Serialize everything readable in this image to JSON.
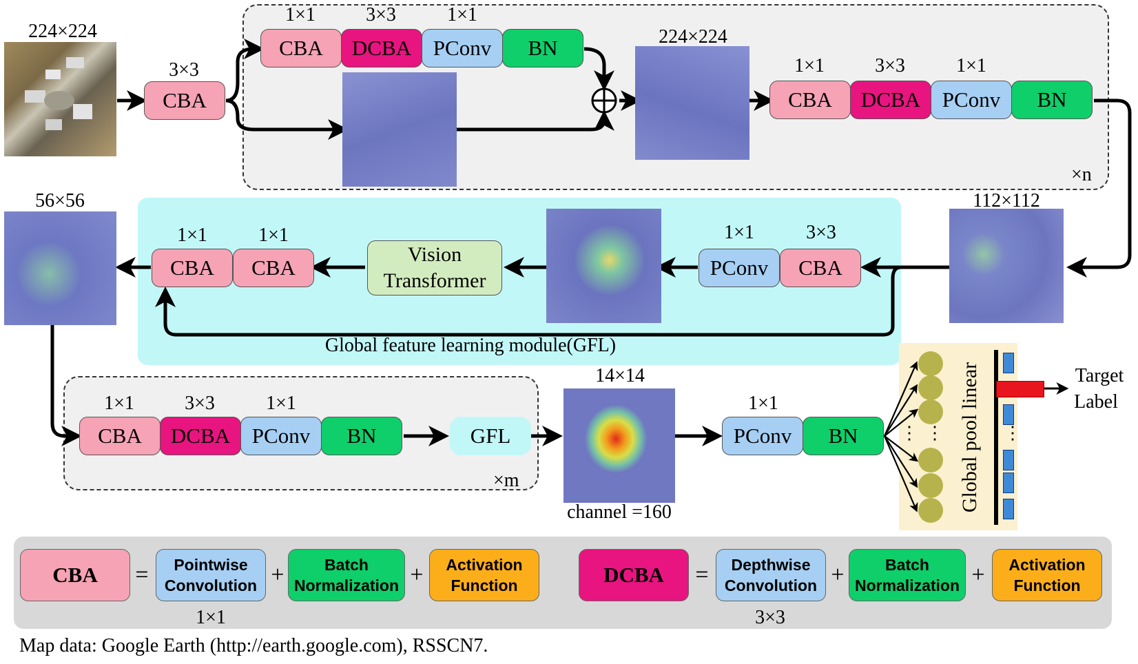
{
  "sizes": {
    "input": "224×224",
    "stage1": "224×224",
    "stage2": "112×112",
    "stage3": "56×56",
    "stage4": "14×14"
  },
  "blocks": {
    "cba": "CBA",
    "dcba": "DCBA",
    "pconv": "PConv",
    "bn": "BN",
    "vit": "Vision Transformer",
    "gfl": "GFL"
  },
  "kernels": {
    "k1": "1×1",
    "k3": "3×3"
  },
  "repeat": {
    "n": "×n",
    "m": "×m"
  },
  "gfl_module_label": "Global feature learning module(GFL)",
  "channel_label": "channel =160",
  "pool_label": "Global pool linear",
  "ellipsis": "⋮",
  "target_label_line1": "Target",
  "target_label_line2": "Label",
  "legend": {
    "cba_term": "CBA",
    "dcba_term": "DCBA",
    "pointwise": "Pointwise Convolution",
    "depthwise": "Depthwise Convolution",
    "batch_norm": "Batch Normalization",
    "activation": "Activation Function",
    "equals": "=",
    "plus": "+",
    "pointwise_kernel": "1×1",
    "depthwise_kernel": "3×3"
  },
  "caption": "Map data: Google Earth (http://earth.google.com), RSSCN7.",
  "colors": {
    "cba": "#f5a3b5",
    "dcba": "#e8147f",
    "pconv": "#a6cff3",
    "bn": "#0fcf6a",
    "activation": "#fcae1a",
    "vit": "#d3ecbf",
    "gfl_region": "#c2f7f8",
    "pool_region": "#fbf0cf",
    "legend_bg": "#d8d8d8",
    "repeat_bg": "#f0f0f0",
    "target_bar": "#e8141e"
  }
}
